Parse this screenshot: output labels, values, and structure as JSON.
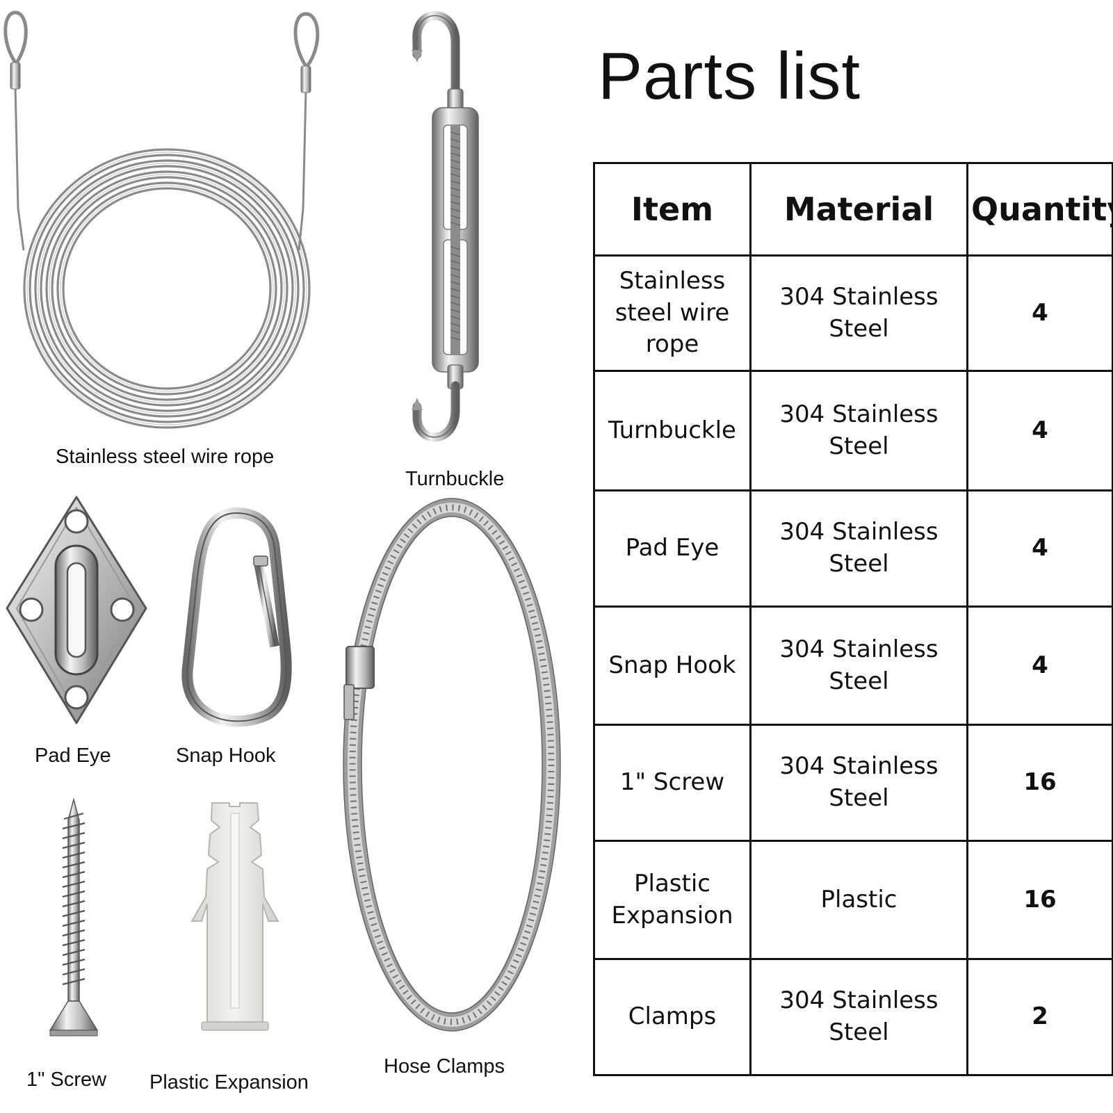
{
  "captions": {
    "wire_rope": "Stainless steel wire rope",
    "turnbuckle": "Turnbuckle",
    "pad_eye": "Pad Eye",
    "snap_hook": "Snap Hook",
    "screw": "1\" Screw",
    "plastic_expansion": "Plastic Expansion",
    "hose_clamps": "Hose Clamps"
  },
  "title": "Parts  list",
  "table": {
    "headers": [
      "Item",
      "Material",
      "Quantity"
    ],
    "rows": [
      {
        "item": "Stainless\nsteel wire\nrope",
        "material": "304 Stainless\nSteel",
        "quantity": "4"
      },
      {
        "item": "Turnbuckle",
        "material": "304 Stainless\nSteel",
        "quantity": "4"
      },
      {
        "item": "Pad Eye",
        "material": "304 Stainless\nSteel",
        "quantity": "4"
      },
      {
        "item": "Snap Hook",
        "material": "304 Stainless\nSteel",
        "quantity": "4"
      },
      {
        "item": "1\" Screw",
        "material": "304 Stainless\nSteel",
        "quantity": "16"
      },
      {
        "item": "Plastic\nExpansion",
        "material": "Plastic",
        "quantity": "16"
      },
      {
        "item": "Clamps",
        "material": "304 Stainless\nSteel",
        "quantity": "2"
      }
    ]
  },
  "colors": {
    "metal_light": "#e6e6e6",
    "metal_mid": "#a8a8a8",
    "metal_dark": "#555555",
    "plastic": "#e4e4e2",
    "line": "#111111"
  }
}
